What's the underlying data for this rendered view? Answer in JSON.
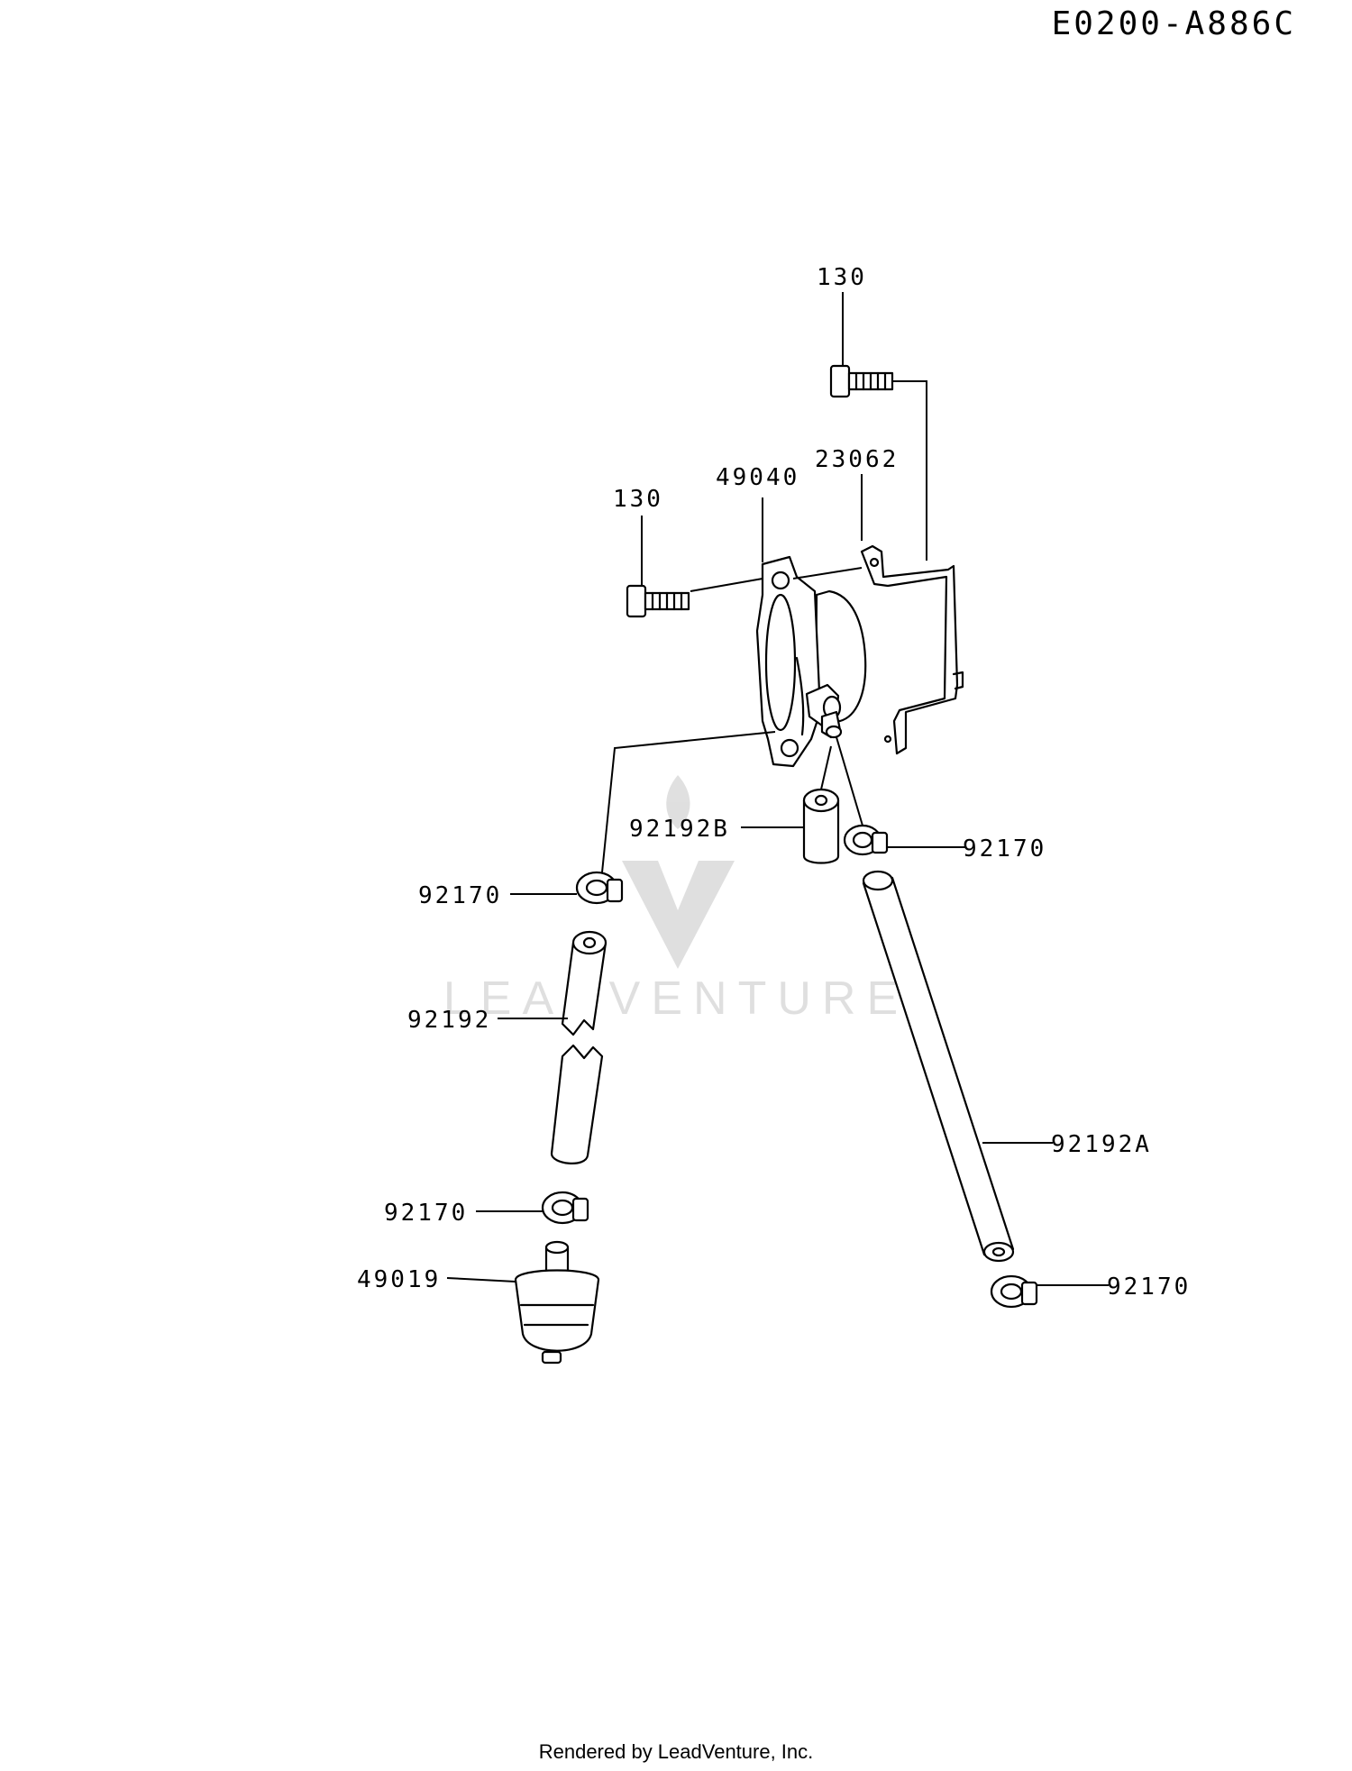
{
  "diagram_code": "E0200-A886C",
  "watermark": "LEADVENTURE",
  "footer": "Rendered by LeadVenture, Inc.",
  "parts": {
    "bolt_top": "130",
    "bolt_left": "130",
    "fuel_pump": "49040",
    "bracket": "23062",
    "hose_short": "92192B",
    "clamp_right_top": "92170",
    "clamp_left_top": "92170",
    "hose_left": "92192",
    "hose_long": "92192A",
    "clamp_left_bottom": "92170",
    "fuel_filter": "49019",
    "clamp_right_bottom": "92170"
  }
}
